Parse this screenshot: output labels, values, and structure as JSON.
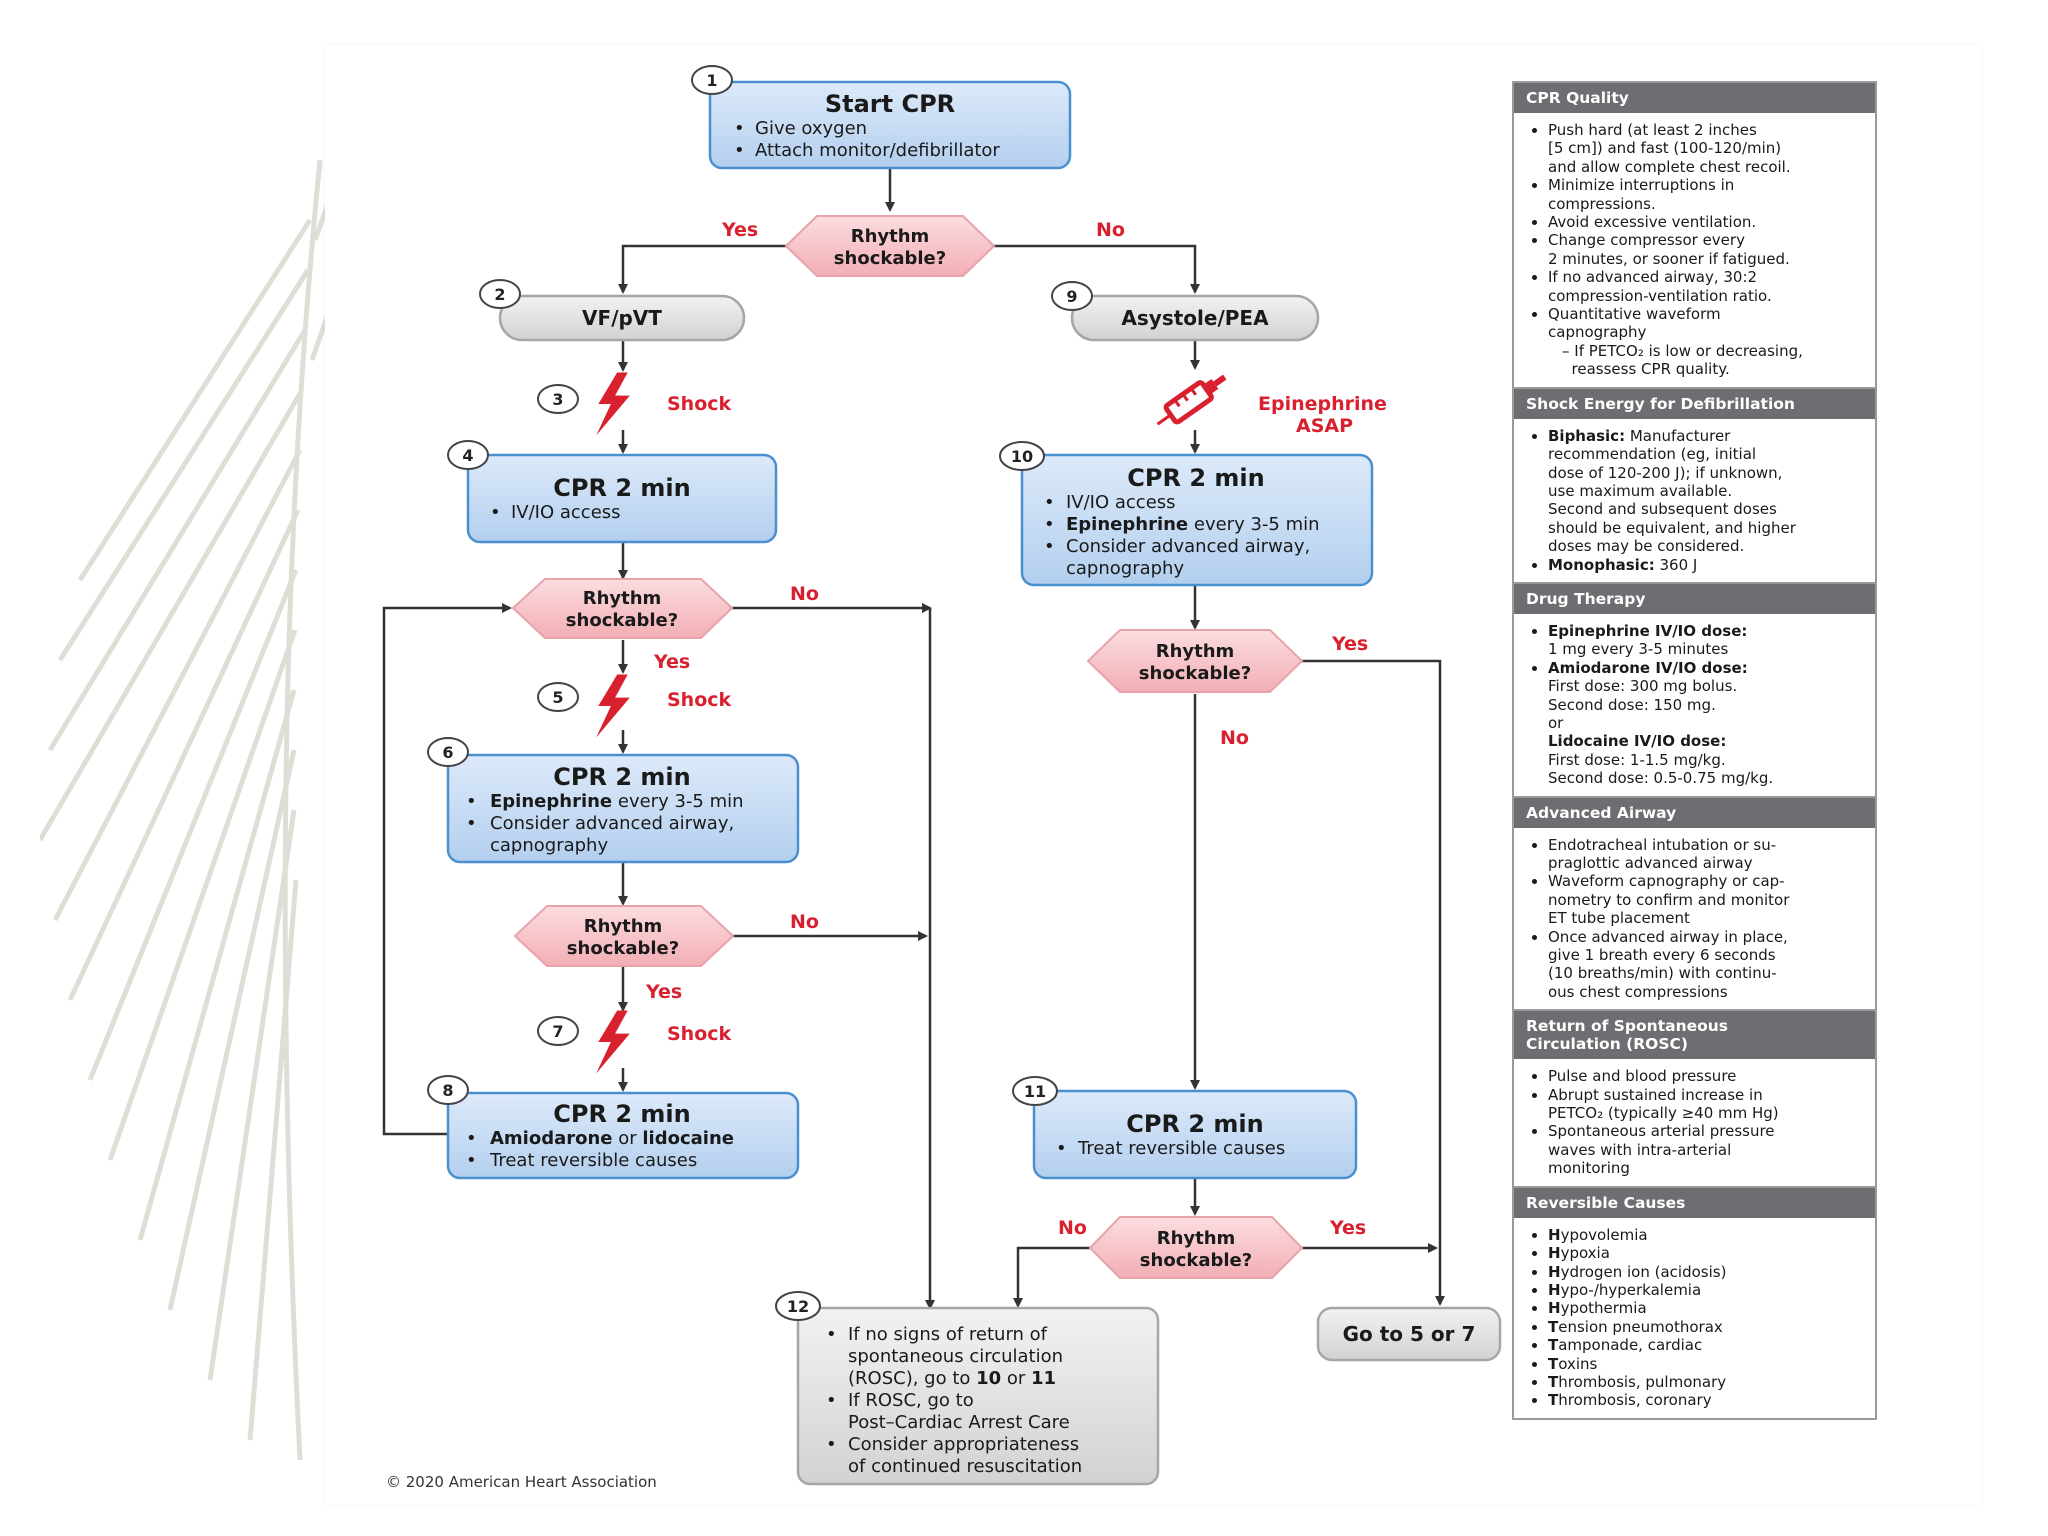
{
  "nodes": {
    "n1": {
      "num": "1",
      "title": "Start CPR",
      "bullets": [
        "Give oxygen",
        "Attach monitor/defibrillator"
      ]
    },
    "n2": {
      "num": "2",
      "title": "VF/pVT"
    },
    "n3": {
      "num": "3",
      "label": "Shock"
    },
    "n4": {
      "num": "4",
      "title": "CPR 2 min",
      "bullets": [
        "IV/IO access"
      ]
    },
    "n5": {
      "num": "5",
      "label": "Shock"
    },
    "n6": {
      "num": "6",
      "title": "CPR 2 min",
      "b1_bold": "Epinephrine",
      "b1_rest": " every 3-5 min",
      "b2_line1": "Consider advanced airway,",
      "b2_line2": "capnography"
    },
    "n7": {
      "num": "7",
      "label": "Shock"
    },
    "n8": {
      "num": "8",
      "title": "CPR 2 min",
      "b1_bold1": "Amiodarone",
      "b1_mid": " or ",
      "b1_bold2": "lidocaine",
      "b2": "Treat reversible causes"
    },
    "n9": {
      "num": "9",
      "title": "Asystole/PEA"
    },
    "n9_epi": {
      "line1": "Epinephrine",
      "line2": "ASAP"
    },
    "n10": {
      "num": "10",
      "title": "CPR 2 min",
      "b1": "IV/IO access",
      "b2_bold": "Epinephrine",
      "b2_rest": " every 3-5 min",
      "b3_line1": "Consider advanced airway,",
      "b3_line2": "capnography"
    },
    "n11": {
      "num": "11",
      "title": "CPR 2 min",
      "b1": "Treat reversible causes"
    },
    "n12": {
      "num": "12",
      "l1": "If no signs of return of",
      "l2": "spontaneous circulation",
      "l3a": "(ROSC), go to ",
      "l3b": "10",
      "l3c": " or ",
      "l3d": "11",
      "l4": "If ROSC, go to",
      "l5": "Post–Cardiac Arrest Care",
      "l6": "Consider appropriateness",
      "l7": "of continued resuscitation"
    },
    "goto": {
      "title": "Go to 5 or 7"
    }
  },
  "decision": {
    "line1": "Rhythm",
    "line2": "shockable?"
  },
  "labels": {
    "yes": "Yes",
    "no": "No"
  },
  "copyright": "© 2020 American Heart Association",
  "panel": {
    "cpr_quality": {
      "header": "CPR Quality",
      "items": [
        [
          "Push hard (at least 2 inches",
          "[5 cm]) and fast (100-120/min)",
          "and allow complete chest recoil."
        ],
        [
          "Minimize interruptions in",
          "compressions."
        ],
        [
          "Avoid excessive ventilation."
        ],
        [
          "Change compressor every",
          "2 minutes, or sooner if fatigued."
        ],
        [
          "If no advanced airway, 30:2",
          "compression-ventilation ratio."
        ],
        [
          "Quantitative waveform",
          "capnography"
        ]
      ],
      "sub": [
        "– If PETCO₂ is low or decreasing,",
        "reassess CPR quality."
      ]
    },
    "shock_energy": {
      "header": "Shock Energy for Defibrillation",
      "biphasic_label": "Biphasic:",
      "biphasic_lines": [
        " Manufacturer",
        "recommendation (eg, initial",
        "dose of 120-200 J); if unknown,",
        "use maximum available.",
        "Second and subsequent doses",
        "should be equivalent, and higher",
        "doses may be considered."
      ],
      "mono_label": "Monophasic:",
      "mono_value": " 360 J"
    },
    "drug_therapy": {
      "header": "Drug Therapy",
      "epi_label": "Epinephrine IV/IO dose:",
      "epi_dose": "1 mg every 3-5 minutes",
      "amio_label": "Amiodarone IV/IO dose:",
      "amio_first": "First dose: 300 mg bolus.",
      "amio_second": "Second dose: 150 mg.",
      "or": "or",
      "lido_label": "Lidocaine IV/IO dose:",
      "lido_first": "First dose: 1-1.5 mg/kg.",
      "lido_second": "Second dose: 0.5-0.75 mg/kg."
    },
    "advanced_airway": {
      "header": "Advanced Airway",
      "items": [
        [
          "Endotracheal intubation or su-",
          "praglottic advanced airway"
        ],
        [
          "Waveform capnography or cap-",
          "nometry to confirm and monitor",
          "ET tube placement"
        ],
        [
          "Once advanced airway in place,",
          "give 1 breath every 6 seconds",
          "(10 breaths/min) with continu-",
          "ous chest compressions"
        ]
      ]
    },
    "rosc": {
      "header_line1": "Return of Spontaneous",
      "header_line2": "Circulation (ROSC)",
      "items": [
        [
          "Pulse and blood pressure"
        ],
        [
          "Abrupt sustained increase in",
          "PETCO₂ (typically ≥40 mm Hg)"
        ],
        [
          "Spontaneous arterial pressure",
          "waves with intra-arterial",
          "monitoring"
        ]
      ]
    },
    "reversible": {
      "header": "Reversible Causes",
      "items": [
        {
          "bold": "H",
          "rest": "ypovolemia"
        },
        {
          "bold": "H",
          "rest": "ypoxia"
        },
        {
          "bold": "H",
          "rest": "ydrogen ion (acidosis)"
        },
        {
          "bold": "H",
          "rest": "ypo-/hyperkalemia"
        },
        {
          "bold": "H",
          "rest": "ypothermia"
        },
        {
          "bold": "T",
          "rest": "ension pneumothorax"
        },
        {
          "bold": "T",
          "rest": "amponade, cardiac"
        },
        {
          "bold": "T",
          "rest": "oxins"
        },
        {
          "bold": "T",
          "rest": "hrombosis, pulmonary"
        },
        {
          "bold": "T",
          "rest": "hrombosis, coronary"
        }
      ]
    }
  },
  "colors": {
    "box_blue": "#c9def3",
    "box_border": "#4a8fcf",
    "diamond": "#f6c3c8",
    "alert_red": "#d8202e",
    "gray_box": "#e2e2e2",
    "panel_header": "#6d6e71"
  }
}
